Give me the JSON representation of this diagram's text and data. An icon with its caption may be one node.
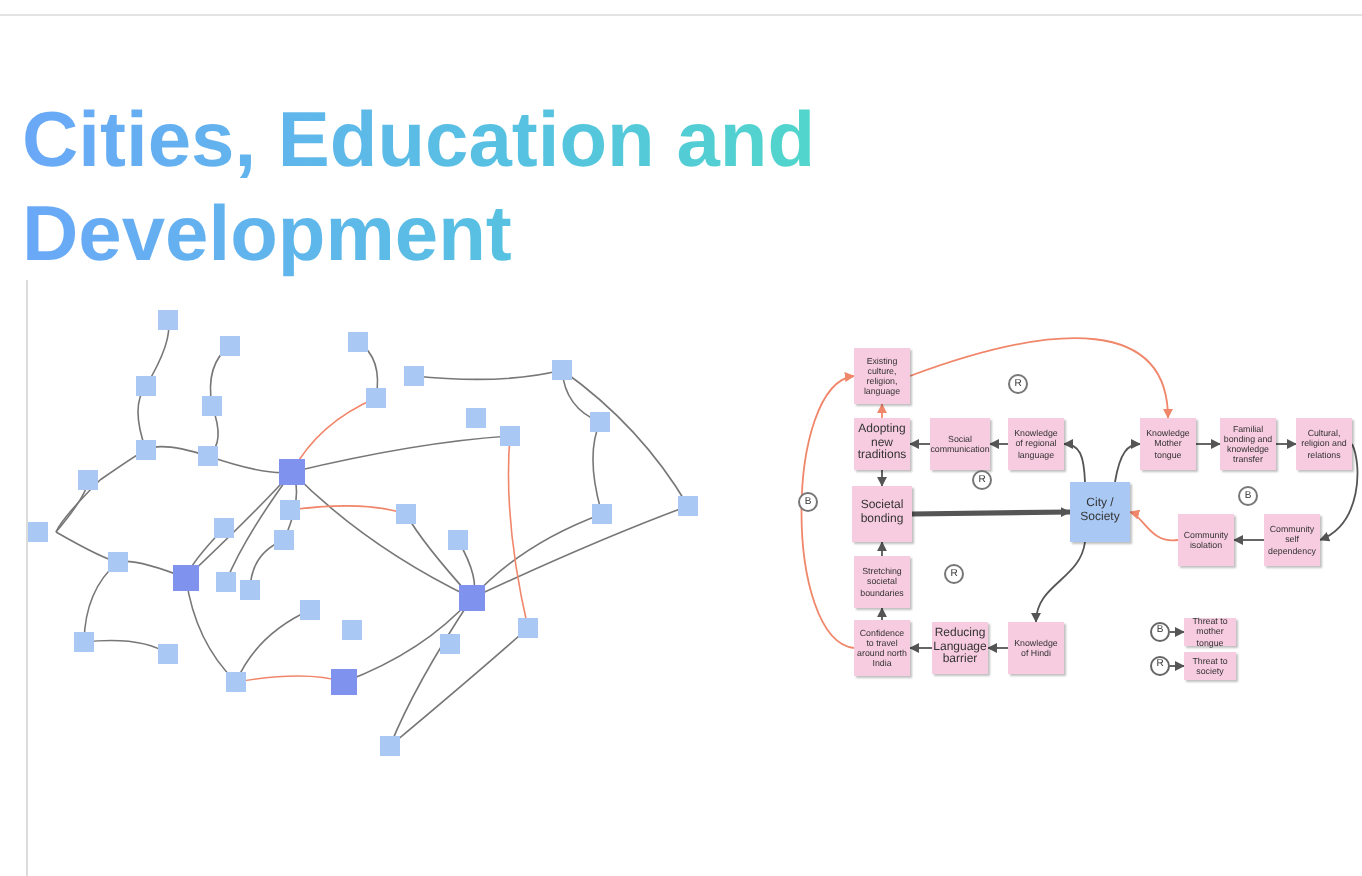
{
  "diagram": {
    "title": "Cities, Education and Development",
    "nodes": [
      {
        "text": [
          "Existing culture, religion, language"
        ]
      },
      {
        "text": [
          "Adopting new traditions"
        ]
      },
      {
        "text": [
          "Social communication"
        ]
      },
      {
        "text": [
          "Knowledge of regional language"
        ]
      },
      {
        "text": [
          "Societal bonding"
        ]
      },
      {
        "text": [
          "Stretching societal boundaries"
        ]
      },
      {
        "text": [
          "Confidence to travel around north India"
        ]
      },
      {
        "text": [
          "Reducing Language barrier"
        ]
      },
      {
        "text": [
          "Knowledge of Hindi"
        ]
      },
      {
        "text": [
          "City / Society"
        ]
      },
      {
        "text": [
          "Knowledge Mother tongue"
        ]
      },
      {
        "text": [
          "Familial bonding and knowledge transfer"
        ]
      },
      {
        "text": [
          "Cultural, religion and relations"
        ]
      },
      {
        "text": [
          "Community self dependency"
        ]
      },
      {
        "text": [
          "Community isolation"
        ]
      },
      {
        "text": [
          "B"
        ]
      },
      {
        "text": [
          "Threat to mother tongue"
        ]
      },
      {
        "text": [
          "R"
        ]
      },
      {
        "text": [
          "Threat to society"
        ]
      }
    ],
    "edges": [
      {
        "from": 9,
        "to": 3,
        "arrow": "to"
      },
      {
        "from": 3,
        "to": 2,
        "arrow": "to"
      },
      {
        "from": 2,
        "to": 1,
        "arrow": "to"
      },
      {
        "from": 1,
        "to": 0,
        "arrow": "to",
        "color": "#f0866a"
      },
      {
        "from": 1,
        "to": 4,
        "arrow": "to"
      },
      {
        "from": 4,
        "to": 9,
        "arrow": "to",
        "style": "thick"
      },
      {
        "from": 5,
        "to": 4,
        "arrow": "to"
      },
      {
        "from": 6,
        "to": 5,
        "arrow": "to"
      },
      {
        "from": 7,
        "to": 6,
        "arrow": "to"
      },
      {
        "from": 8,
        "to": 7,
        "arrow": "to"
      },
      {
        "from": 9,
        "to": 8,
        "arrow": "to"
      },
      {
        "from": 9,
        "to": 10,
        "arrow": "to"
      },
      {
        "from": 0,
        "to": 10,
        "arrow": "to",
        "color": "#f0866a"
      },
      {
        "from": 10,
        "to": 11,
        "arrow": "to"
      },
      {
        "from": 11,
        "to": 12,
        "arrow": "to"
      },
      {
        "from": 12,
        "to": 13,
        "arrow": "to"
      },
      {
        "from": 13,
        "to": 14,
        "arrow": "to"
      },
      {
        "from": 14,
        "to": 9,
        "arrow": "to",
        "color": "#f0866a"
      },
      {
        "from": 6,
        "to": 0,
        "arrow": "to",
        "color": "#f0866a"
      },
      {
        "from": 15,
        "to": 16,
        "arrow": "to"
      },
      {
        "from": 17,
        "to": 18,
        "arrow": "to"
      }
    ],
    "labels": [
      "R",
      "R",
      "B",
      "R",
      "B"
    ]
  }
}
